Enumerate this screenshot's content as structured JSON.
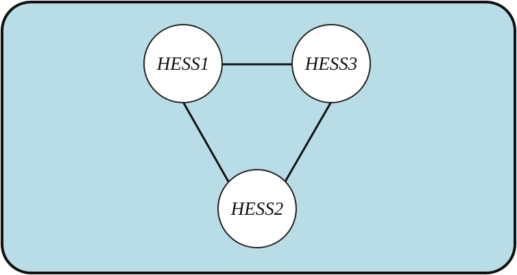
{
  "colors": {
    "panel_fill": "#b9dde6",
    "panel_border": "#111111",
    "node_fill": "#ffffff",
    "node_border": "#222222",
    "edge": "#111111",
    "label": "#111111"
  },
  "nodes": [
    {
      "id": "hess1",
      "label": "HESS1"
    },
    {
      "id": "hess3",
      "label": "HESS3"
    },
    {
      "id": "hess2",
      "label": "HESS2"
    }
  ],
  "edges": [
    {
      "from": "hess1",
      "to": "hess3"
    },
    {
      "from": "hess1",
      "to": "hess2"
    },
    {
      "from": "hess3",
      "to": "hess2"
    }
  ]
}
